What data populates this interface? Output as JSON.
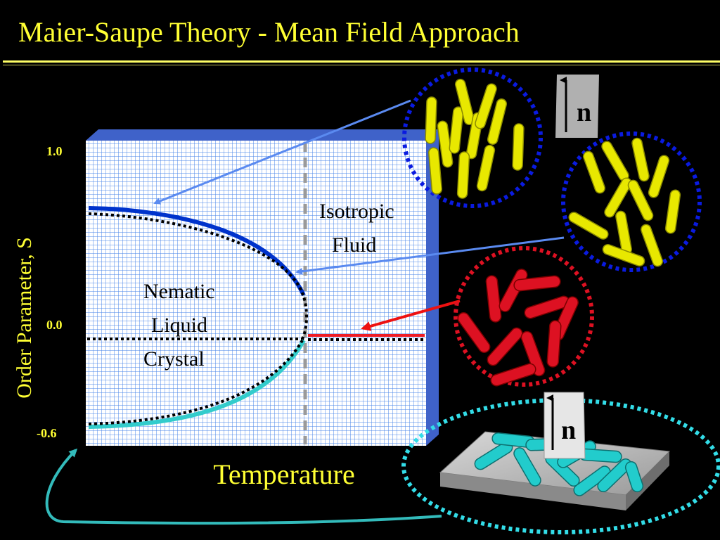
{
  "slide": {
    "title": "Maier-Saupe Theory - Mean Field Approach"
  },
  "diagram": {
    "y_axis_label": "Order Parameter, S",
    "y_ticks": [
      "1.0",
      "0.0",
      "-0.6"
    ],
    "x_axis_label": "Temperature",
    "regions": {
      "nematic": [
        "Nematic",
        "Liquid",
        "Crystal"
      ],
      "isotropic": [
        "Isotropic",
        "Fluid"
      ]
    },
    "director_label": "n",
    "colors": {
      "background": "#000000",
      "title": "#ffff33",
      "grid_face": "#ffffff",
      "grid_line": "#4a86e8",
      "box_side": "#3f62c9",
      "nematic_branch": "#0033cc",
      "negative_branch": "#33cccc",
      "isotropic_branch": "#ee1c25",
      "rod_yellow": "#e8e800",
      "rod_red": "#dd1122",
      "rod_cyan": "#22cccc",
      "arrow_light_blue": "#5a8af0",
      "arrow_red": "#ee1111",
      "arrow_cyan": "#33bbbb"
    }
  }
}
